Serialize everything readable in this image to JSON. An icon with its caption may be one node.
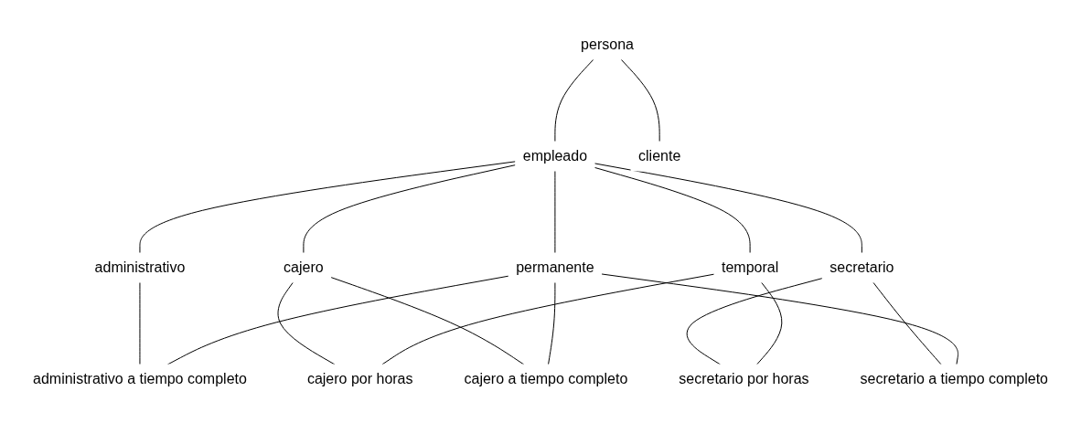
{
  "diagram": {
    "nodes": [
      {
        "text": [
          "persona"
        ]
      },
      {
        "text": [
          "empleado"
        ]
      },
      {
        "text": [
          "cliente"
        ]
      },
      {
        "text": [
          "temporal"
        ]
      },
      {
        "text": [
          "permanente"
        ]
      },
      {
        "text": [
          "administrativo"
        ]
      },
      {
        "text": [
          "cajero"
        ]
      },
      {
        "text": [
          "secretario"
        ]
      },
      {
        "text": [
          "administrativo a tiempo completo"
        ]
      },
      {
        "text": [
          "cajero a tiempo completo"
        ]
      },
      {
        "text": [
          "secretario a tiempo completo"
        ]
      },
      {
        "text": [
          "secretario por horas"
        ]
      },
      {
        "text": [
          "cajero por horas"
        ]
      }
    ],
    "edges": [
      {
        "from": 0,
        "to": 1,
        "arrow": "none"
      },
      {
        "from": 0,
        "to": 2,
        "arrow": "none"
      },
      {
        "from": 1,
        "to": 3,
        "arrow": "none"
      },
      {
        "from": 1,
        "to": 4,
        "arrow": "none"
      },
      {
        "from": 1,
        "to": 5,
        "arrow": "none"
      },
      {
        "from": 1,
        "to": 6,
        "arrow": "none"
      },
      {
        "from": 1,
        "to": 7,
        "arrow": "none"
      },
      {
        "from": 4,
        "to": 8,
        "arrow": "none"
      },
      {
        "from": 5,
        "to": 8,
        "arrow": "none"
      },
      {
        "from": 4,
        "to": 9,
        "arrow": "none"
      },
      {
        "from": 6,
        "to": 9,
        "arrow": "none"
      },
      {
        "from": 4,
        "to": 10,
        "arrow": "none"
      },
      {
        "from": 7,
        "to": 10,
        "arrow": "none"
      },
      {
        "from": 3,
        "to": 11,
        "arrow": "none"
      },
      {
        "from": 7,
        "to": 11,
        "arrow": "none"
      },
      {
        "from": 3,
        "to": 12,
        "arrow": "none"
      },
      {
        "from": 6,
        "to": 12,
        "arrow": "none"
      }
    ]
  }
}
